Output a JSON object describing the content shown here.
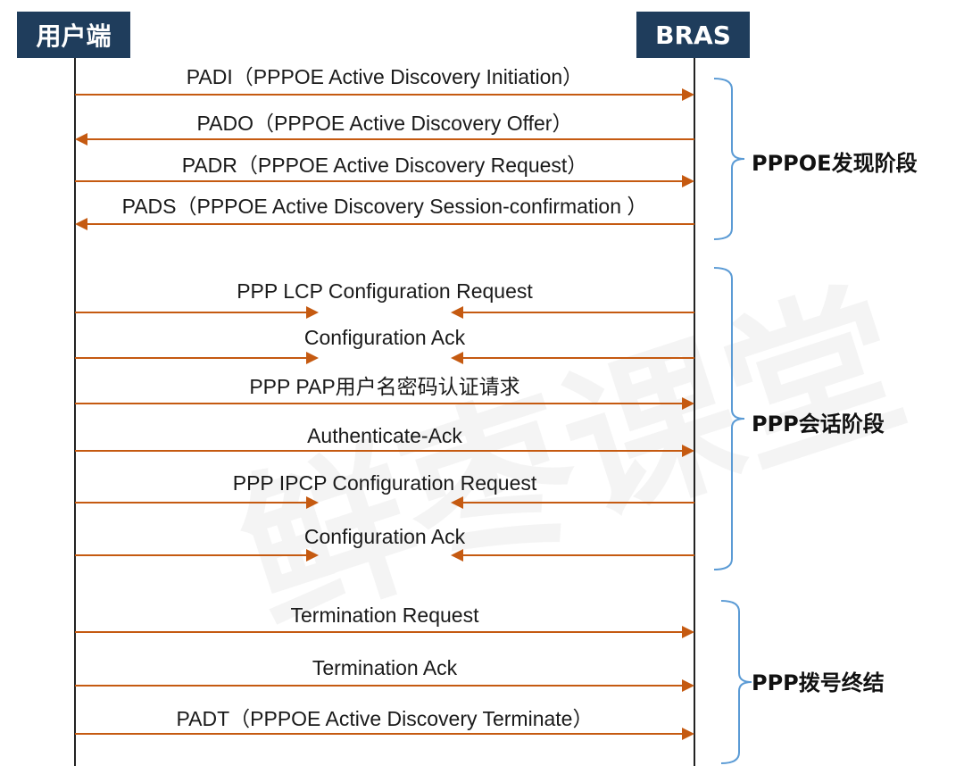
{
  "actors": {
    "left": "用户端",
    "right": "BRAS"
  },
  "watermark": "鲜枣课堂",
  "colors": {
    "arrow": "#c55a11",
    "actor_bg": "#1f3d5c",
    "bracket": "#5b9bd5"
  },
  "phases": [
    {
      "label": "PPPOE发现阶段"
    },
    {
      "label": "PPP会话阶段"
    },
    {
      "label": "PPP拨号终结"
    }
  ],
  "messages": [
    {
      "label": "PADI（PPPOE Active Discovery Initiation）",
      "direction": "right"
    },
    {
      "label": "PADO（PPPOE Active Discovery Offer）",
      "direction": "left"
    },
    {
      "label": "PADR（PPPOE Active Discovery Request）",
      "direction": "right"
    },
    {
      "label": "PADS（PPPOE Active Discovery Session-confirmation ）",
      "direction": "left"
    },
    {
      "label": "PPP LCP Configuration Request",
      "direction": "both"
    },
    {
      "label": "Configuration Ack",
      "direction": "both"
    },
    {
      "label": "PPP PAP用户名密码认证请求",
      "direction": "right"
    },
    {
      "label": "Authenticate-Ack",
      "direction": "right"
    },
    {
      "label": "PPP IPCP Configuration Request",
      "direction": "both"
    },
    {
      "label": "Configuration Ack",
      "direction": "both"
    },
    {
      "label": "Termination Request",
      "direction": "right"
    },
    {
      "label": "Termination Ack",
      "direction": "right"
    },
    {
      "label": "PADT（PPPOE Active Discovery Terminate）",
      "direction": "right"
    }
  ]
}
